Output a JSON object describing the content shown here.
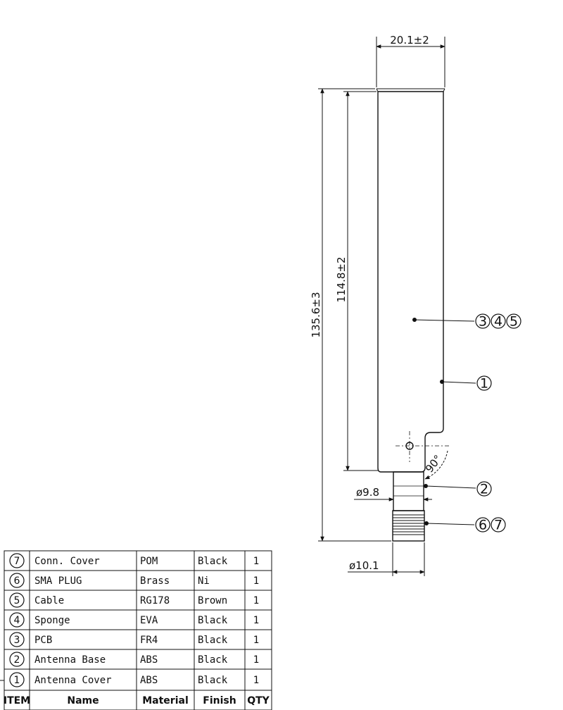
{
  "dimensions": {
    "overall_width": "20.1±2",
    "overall_length": "135.6±3",
    "radiator_length": "114.8±2",
    "base_diameter": "ø9.8",
    "plug_diameter": "ø10.1",
    "angle": "90°"
  },
  "callouts": {
    "radiator": [
      "3",
      "4",
      "5"
    ],
    "cover": [
      "1"
    ],
    "base": [
      "2"
    ],
    "plug": [
      "6",
      "7"
    ]
  },
  "bom": {
    "headers": [
      "ITEM",
      "Name",
      "Material",
      "Finish",
      "QTY"
    ],
    "rows": [
      {
        "item": "7",
        "name": "Conn. Cover",
        "material": "POM",
        "finish": "Black",
        "qty": "1"
      },
      {
        "item": "6",
        "name": "SMA PLUG",
        "material": "Brass",
        "finish": "Ni",
        "qty": "1"
      },
      {
        "item": "5",
        "name": "Cable",
        "material": "RG178",
        "finish": "Brown",
        "qty": "1"
      },
      {
        "item": "4",
        "name": "Sponge",
        "material": "EVA",
        "finish": "Black",
        "qty": "1"
      },
      {
        "item": "3",
        "name": "PCB",
        "material": "FR4",
        "finish": "Black",
        "qty": "1"
      },
      {
        "item": "2",
        "name": "Antenna Base",
        "material": "ABS",
        "finish": "Black",
        "qty": "1"
      },
      {
        "item": "1",
        "name": "Antenna Cover",
        "material": "ABS",
        "finish": "Black",
        "qty": "1"
      }
    ]
  }
}
